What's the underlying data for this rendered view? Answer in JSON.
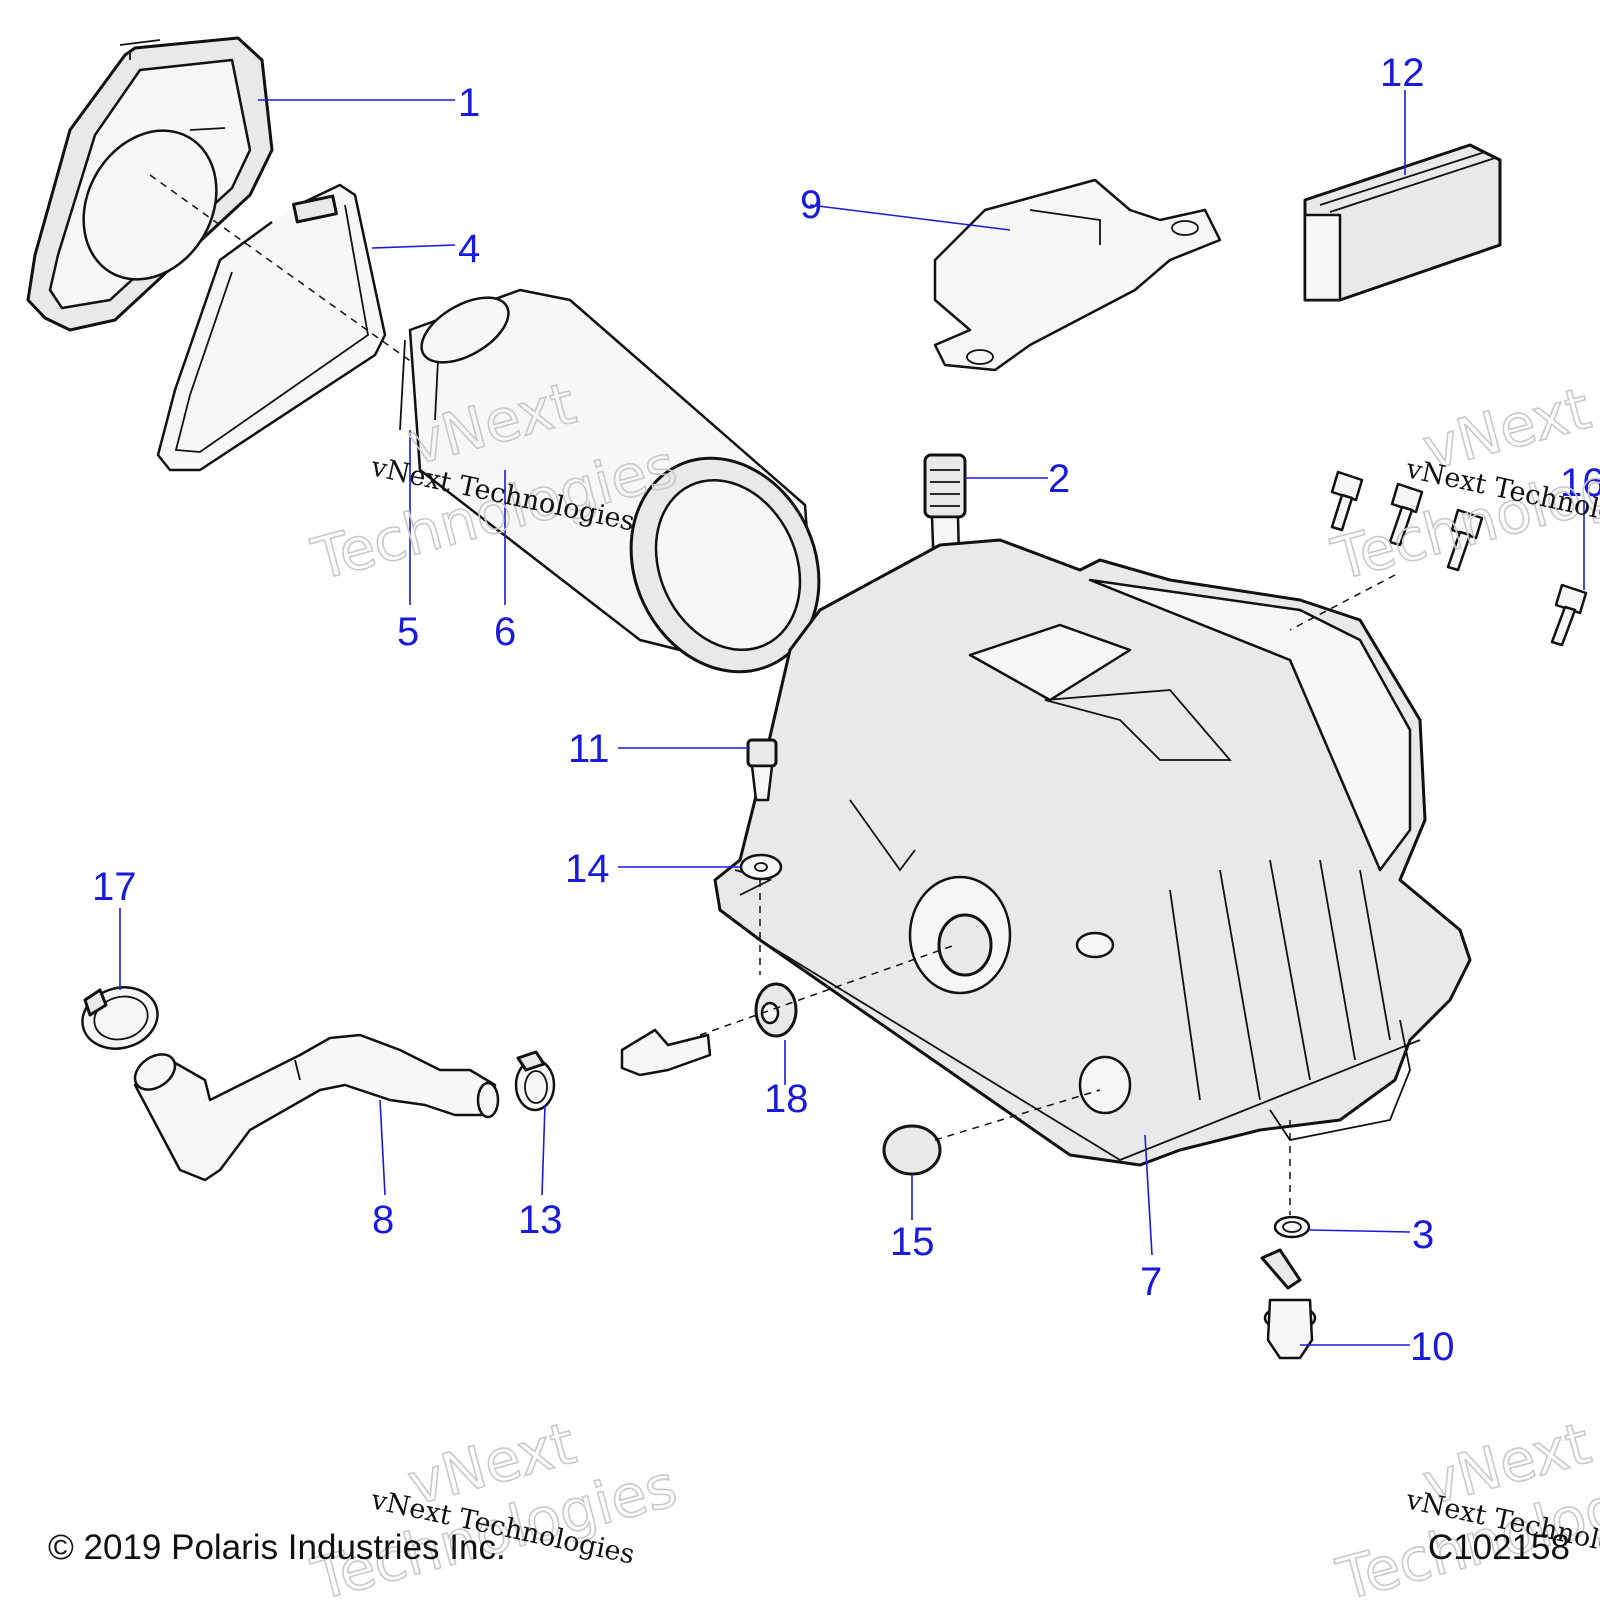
{
  "diagram": {
    "callouts": [
      {
        "id": "1",
        "label": "1"
      },
      {
        "id": "2",
        "label": "2"
      },
      {
        "id": "3",
        "label": "3"
      },
      {
        "id": "4",
        "label": "4"
      },
      {
        "id": "5",
        "label": "5"
      },
      {
        "id": "6",
        "label": "6"
      },
      {
        "id": "7",
        "label": "7"
      },
      {
        "id": "8",
        "label": "8"
      },
      {
        "id": "9",
        "label": "9"
      },
      {
        "id": "10",
        "label": "10"
      },
      {
        "id": "11",
        "label": "11"
      },
      {
        "id": "12",
        "label": "12"
      },
      {
        "id": "13",
        "label": "13"
      },
      {
        "id": "14",
        "label": "14"
      },
      {
        "id": "15",
        "label": "15"
      },
      {
        "id": "16",
        "label": "16"
      },
      {
        "id": "17",
        "label": "17"
      },
      {
        "id": "18",
        "label": "18"
      }
    ],
    "callout_color": "#1a1adb"
  },
  "watermark": {
    "small_text": "vNext Technologies",
    "big_line1": "vNext",
    "big_line2": "Technologies"
  },
  "footer": {
    "copyright": "© 2019 Polaris Industries Inc.",
    "code": "C102158"
  }
}
